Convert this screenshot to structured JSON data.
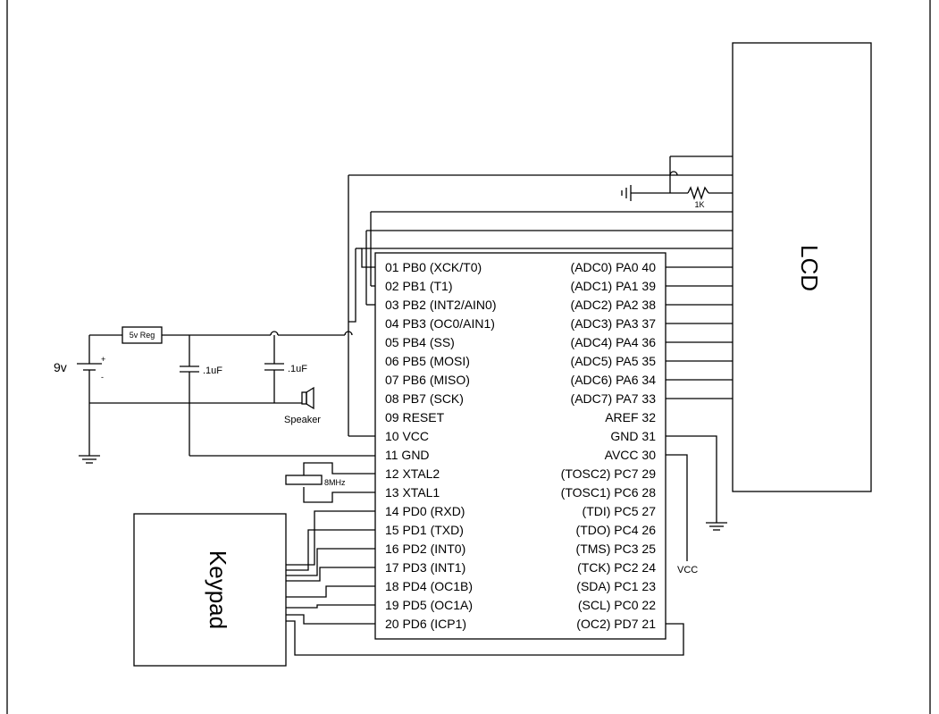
{
  "mcu": {
    "left_pins": [
      "01 PB0 (XCK/T0)",
      "02 PB1 (T1)",
      "03 PB2 (INT2/AIN0)",
      "04 PB3 (OC0/AIN1)",
      "05 PB4 (SS)",
      "06 PB5 (MOSI)",
      "07 PB6 (MISO)",
      "08 PB7 (SCK)",
      "09 RESET",
      "10 VCC",
      "11 GND",
      "12 XTAL2",
      "13 XTAL1",
      "14 PD0 (RXD)",
      "15 PD1 (TXD)",
      "16 PD2 (INT0)",
      "17 PD3 (INT1)",
      "18 PD4 (OC1B)",
      "19 PD5 (OC1A)",
      "20 PD6 (ICP1)"
    ],
    "right_pins": [
      "(ADC0) PA0 40",
      "(ADC1) PA1 39",
      "(ADC2) PA2 38",
      "(ADC3) PA3 37",
      "(ADC4) PA4 36",
      "(ADC5) PA5 35",
      "(ADC6) PA6 34",
      "(ADC7) PA7 33",
      "AREF 32",
      "GND 31",
      "AVCC 30",
      "(TOSC2) PC7 29",
      "(TOSC1) PC6 28",
      "(TDI) PC5 27",
      "(TDO) PC4 26",
      "(TMS) PC3 25",
      "(TCK) PC2 24",
      "(SDA) PC1 23",
      "(SCL) PC0 22",
      "(OC2) PD7 21"
    ]
  },
  "labels": {
    "lcd": "LCD",
    "keypad": "Keypad",
    "battery": "9v",
    "battery_plus": "+",
    "battery_minus": "-",
    "regulator": "5v Reg",
    "cap1": ".1uF",
    "cap2": ".1uF",
    "speaker": "Speaker",
    "crystal": "8MHz",
    "resistor": "1K",
    "vcc": "VCC"
  },
  "colors": {
    "wire": "#000000",
    "background": "#ffffff"
  }
}
